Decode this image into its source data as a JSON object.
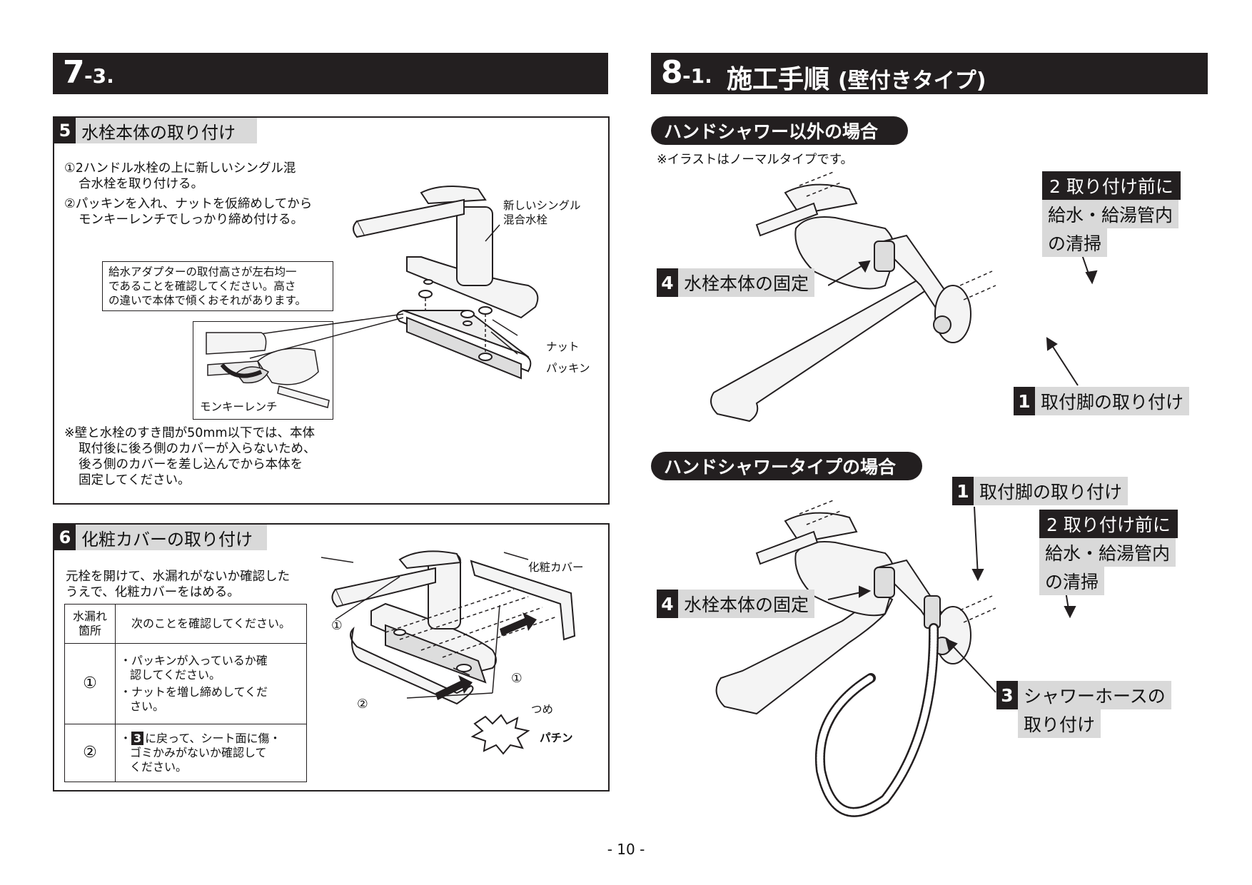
{
  "left_header": {
    "num": "7",
    "sub": "-3."
  },
  "right_header": {
    "num": "8",
    "sub": "-1.",
    "title": "施工手順",
    "paren": "(壁付きタイプ)"
  },
  "step5": {
    "num": "5",
    "title": "水栓本体の取り付け",
    "instr1_line1": "①2ハンドル水栓の上に新しいシングル混",
    "instr1_line2": "合水栓を取り付ける。",
    "instr2_line1": "②パッキンを入れ、ナットを仮締めしてから",
    "instr2_line2": "モンキーレンチでしっかり締め付ける。",
    "new_faucet_label_1": "新しいシングル",
    "new_faucet_label_2": "混合水栓",
    "adapter_note_1": "給水アダプターの取付高さが左右均一",
    "adapter_note_2": "であることを確認してください。高さ",
    "adapter_note_3": "の違いで本体で傾くおそれがあります。",
    "nut_label": "ナット",
    "packing_label": "パッキン",
    "wrench_label": "モンキーレンチ",
    "note_1": "※壁と水栓のすき間が50mm以下では、本体",
    "note_2": "取付後に後ろ側のカバーが入らないため、",
    "note_3": "後ろ側のカバーを差し込んでから本体を",
    "note_4": "固定してください。"
  },
  "step6": {
    "num": "6",
    "title": "化粧カバーの取り付け",
    "instr_line1": "元栓を開けて、水漏れがないか確認した",
    "instr_line2": "うえで、化粧カバーをはめる。",
    "table": {
      "h1_line1": "水漏れ",
      "h1_line2": "箇所",
      "h2": "次のことを確認してください。",
      "r1_key": "①",
      "r1_a1": "・パッキンが入っているか確",
      "r1_a2": "認してください。",
      "r1_b1": "・ナットを増し締めしてくだ",
      "r1_b2": "さい。",
      "r2_key": "②",
      "r2_pre": "・",
      "r2_badge": "3",
      "r2_1": "に戻って、シート面に傷・",
      "r2_2": "ゴミかみがないか確認して",
      "r2_3": "ください。"
    },
    "cover_label": "化粧カバー",
    "m1a": "①",
    "m1b": "①",
    "m2": "②",
    "tsume": "つめ",
    "pachin": "パチン"
  },
  "case_a": {
    "title": "ハンドシャワー以外の場合",
    "note": "※イラストはノーマルタイプです。",
    "step2_head": "2 取り付け前に",
    "step2_l1": "給水・給湯管内",
    "step2_l2": "の清掃",
    "step4_num": "4",
    "step4_text": "水栓本体の固定",
    "step1_num": "1",
    "step1_text": "取付脚の取り付け"
  },
  "case_b": {
    "title": "ハンドシャワータイプの場合",
    "step1_num": "1",
    "step1_text": "取付脚の取り付け",
    "step2_head": "2 取り付け前に",
    "step2_l1": "給水・給湯管内",
    "step2_l2": "の清掃",
    "step4_num": "4",
    "step4_text": "水栓本体の固定",
    "step3_num": "3",
    "step3_l1": "シャワーホースの",
    "step3_l2": "取り付け"
  },
  "footer": {
    "page": "- 10 -"
  }
}
